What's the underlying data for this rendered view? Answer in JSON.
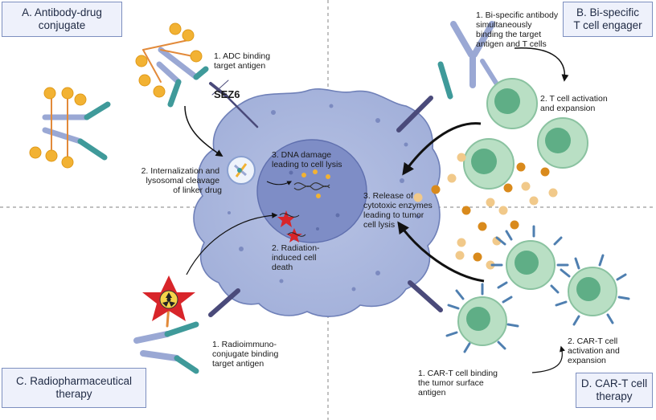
{
  "panels": {
    "a": {
      "title": "A. Antibody-drug\nconjugate"
    },
    "b": {
      "title": "B. Bi-specific\nT cell engager"
    },
    "c": {
      "title": "C. Radiopharmaceutical\ntherapy"
    },
    "d": {
      "title": "D. CAR-T cell\ntherapy"
    }
  },
  "labels": {
    "adc_binding": [
      "1. ADC binding",
      "target antigen"
    ],
    "sez6": "SEZ6",
    "internalization": [
      "2. Internalization and",
      "lysosomal cleavage",
      "of linker drug"
    ],
    "dna_damage": [
      "3. DNA damage",
      "leading to cell lysis"
    ],
    "radiation_death": [
      "2. Radiation-",
      "induced cell",
      "death"
    ],
    "cytotoxic": [
      "3. Release of",
      "cytotoxic enzymes",
      "leading to tumor",
      "cell lysis"
    ],
    "bispecific_binding": [
      "1. Bi-specific antibody",
      "simultaneously",
      "binding the target",
      "antigen and T cells"
    ],
    "t_activation": [
      "2. T cell activation",
      "and expansion"
    ],
    "radioimmuno": [
      "1. Radioimmuno-",
      "conjugate binding",
      "target antigen"
    ],
    "cart_binding": [
      "1. CAR-T cell binding",
      "the tumor surface",
      "antigen"
    ],
    "cart_activation": [
      "2. CAR-T cell",
      "activation and",
      "expansion"
    ]
  },
  "colors": {
    "cell_body": "#a9b6dd",
    "cell_outline": "#6f80b8",
    "nucleus": "#7e8dc6",
    "t_cell": "#b9dfc4",
    "t_cell_nucleus": "#5fae86",
    "granule_dark": "#d98a1c",
    "granule_light": "#f1c98a",
    "star": "#f2b233",
    "antibody": "#9aa8d4",
    "antigen": "#4a4a7a",
    "teal": "#3f9a9a",
    "radiation_star": "#d8252a"
  }
}
